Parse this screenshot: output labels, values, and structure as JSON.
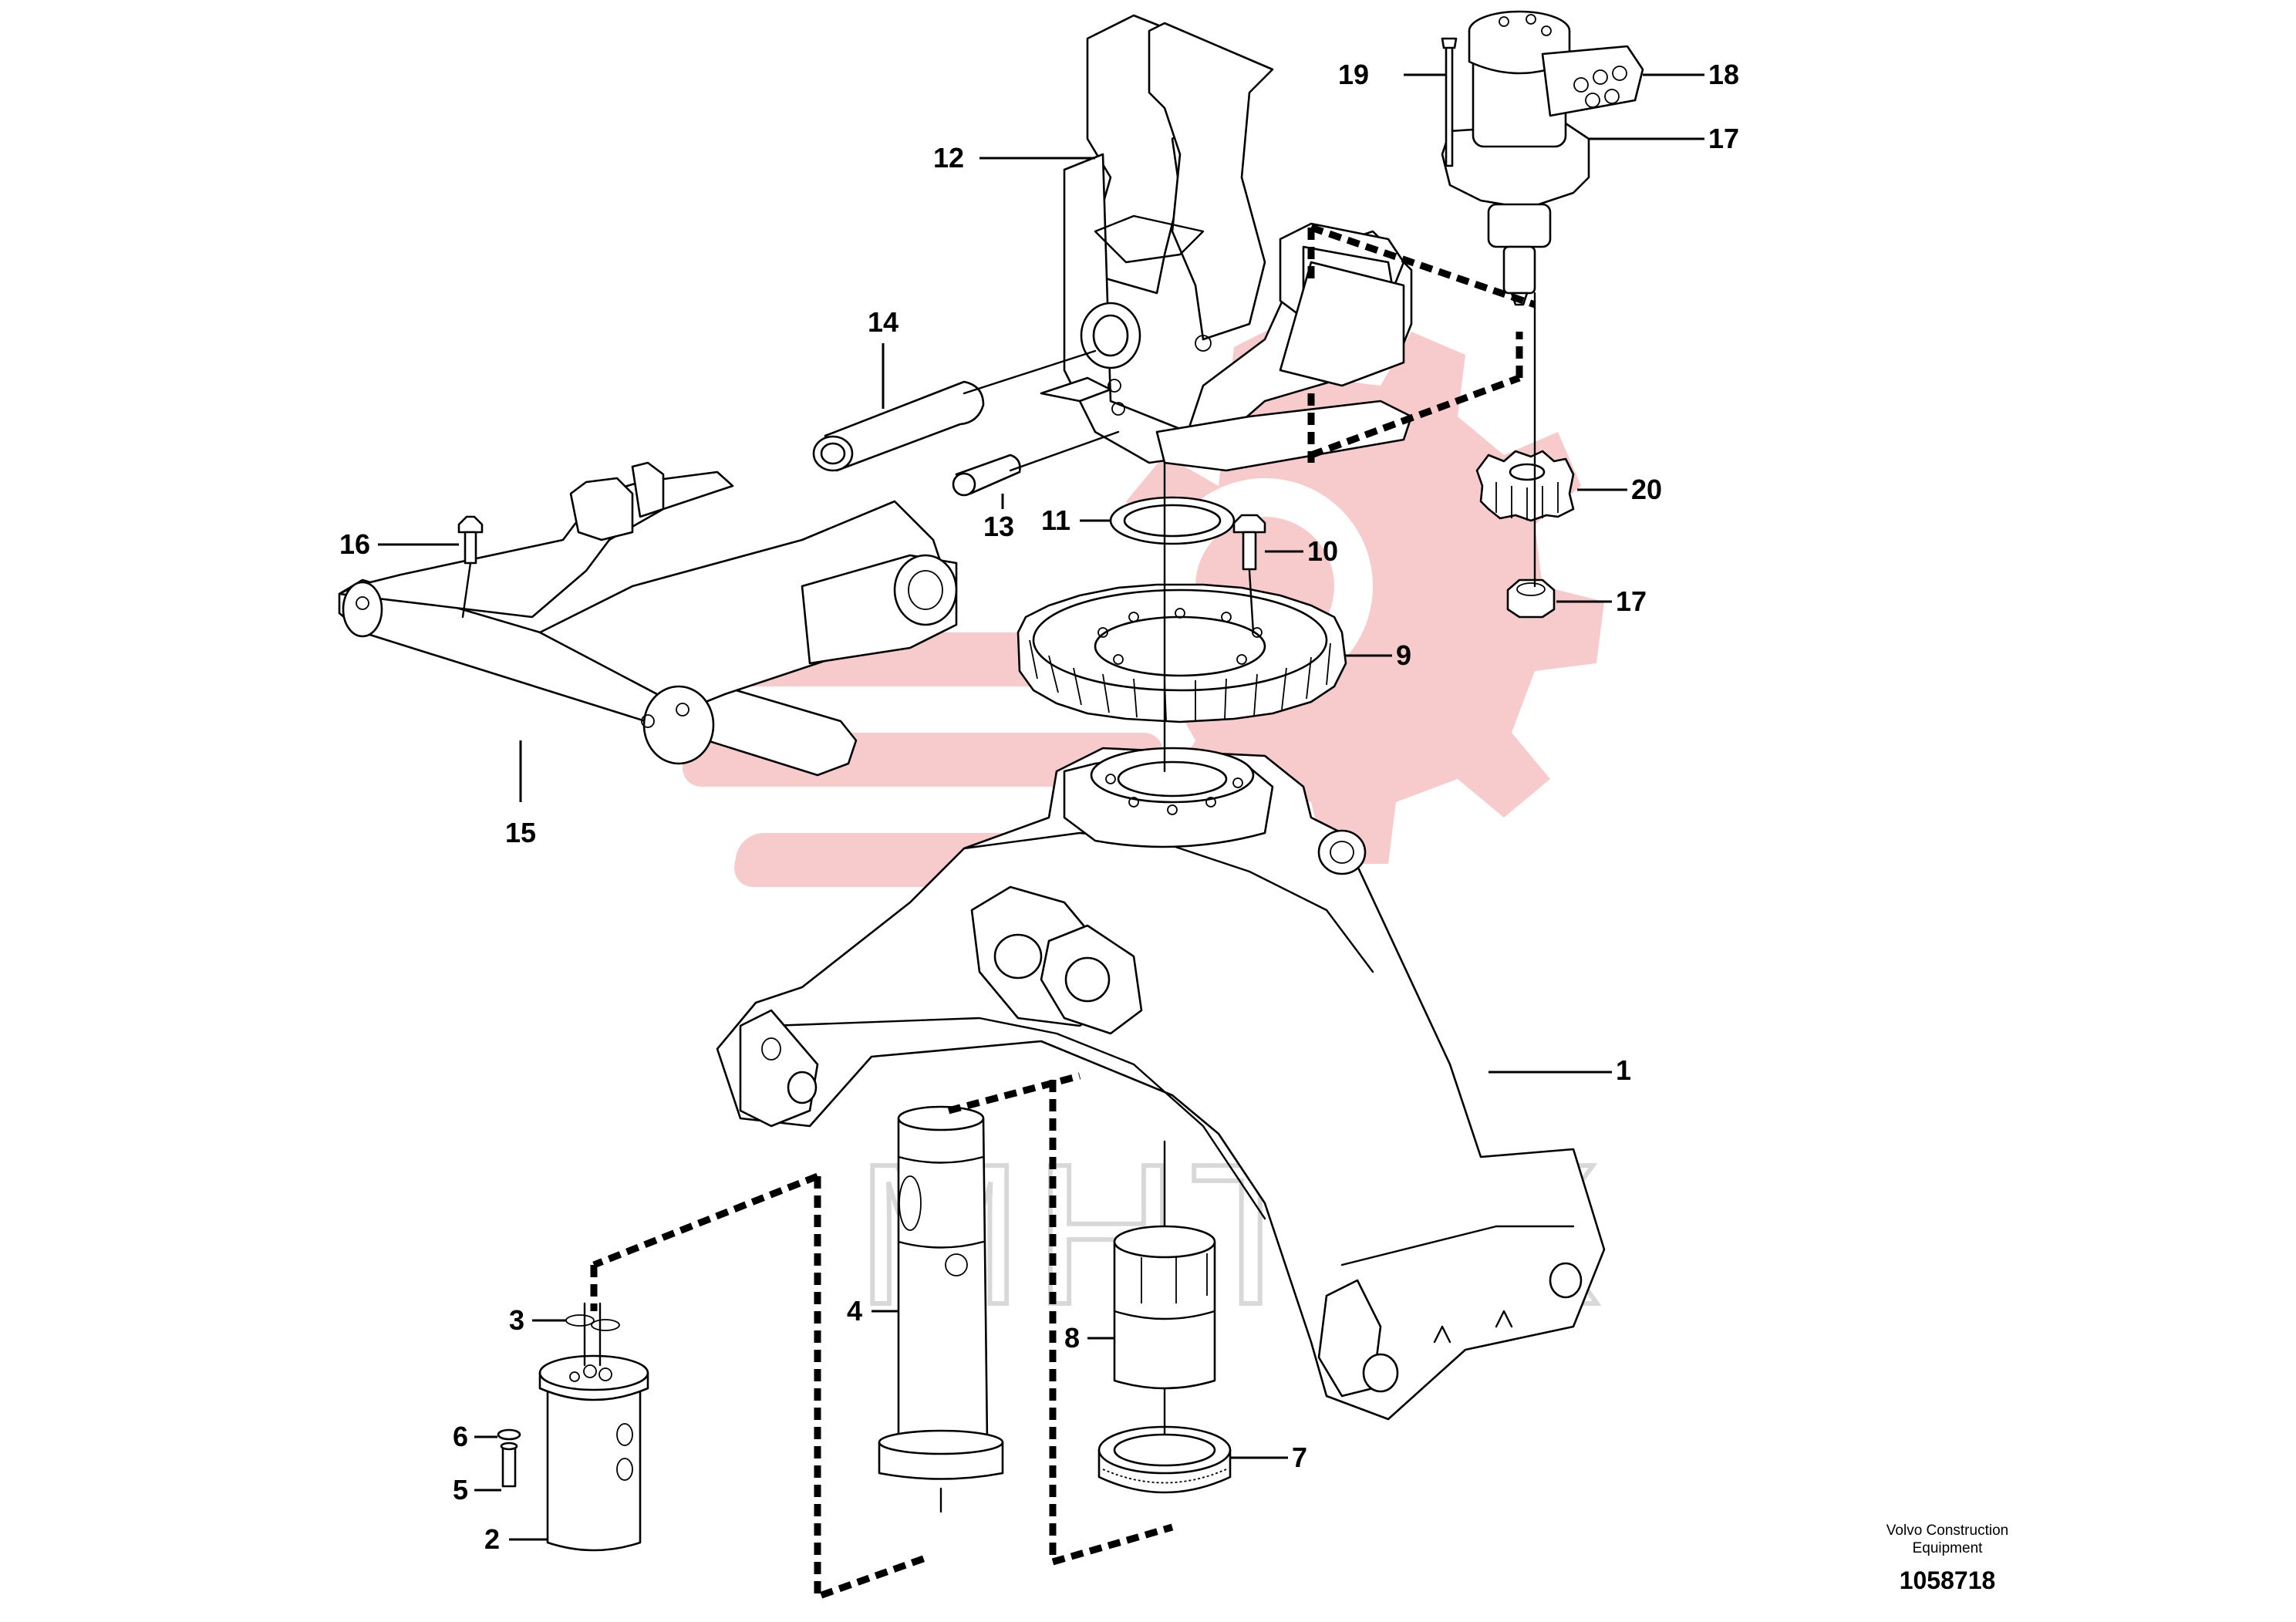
{
  "watermark": {
    "text": "MHTEX",
    "logo_color": "#f7c9c9"
  },
  "callouts": {
    "c1": "1",
    "c2": "2",
    "c3": "3",
    "c4": "4",
    "c5": "5",
    "c6": "6",
    "c7": "7",
    "c8": "8",
    "c9": "9",
    "c10": "10",
    "c11": "11",
    "c12": "12",
    "c13": "13",
    "c14": "14",
    "c15": "15",
    "c16": "16",
    "c17a": "17",
    "c17b": "17",
    "c18": "18",
    "c19": "19",
    "c20": "20"
  },
  "footer": {
    "credit_line1": "Volvo Construction",
    "credit_line2": "Equipment",
    "doc_number": "1058718"
  },
  "colors": {
    "line": "#000000",
    "watermark_logo": "#f7c9c9",
    "watermark_text": "#d8d8d8"
  }
}
